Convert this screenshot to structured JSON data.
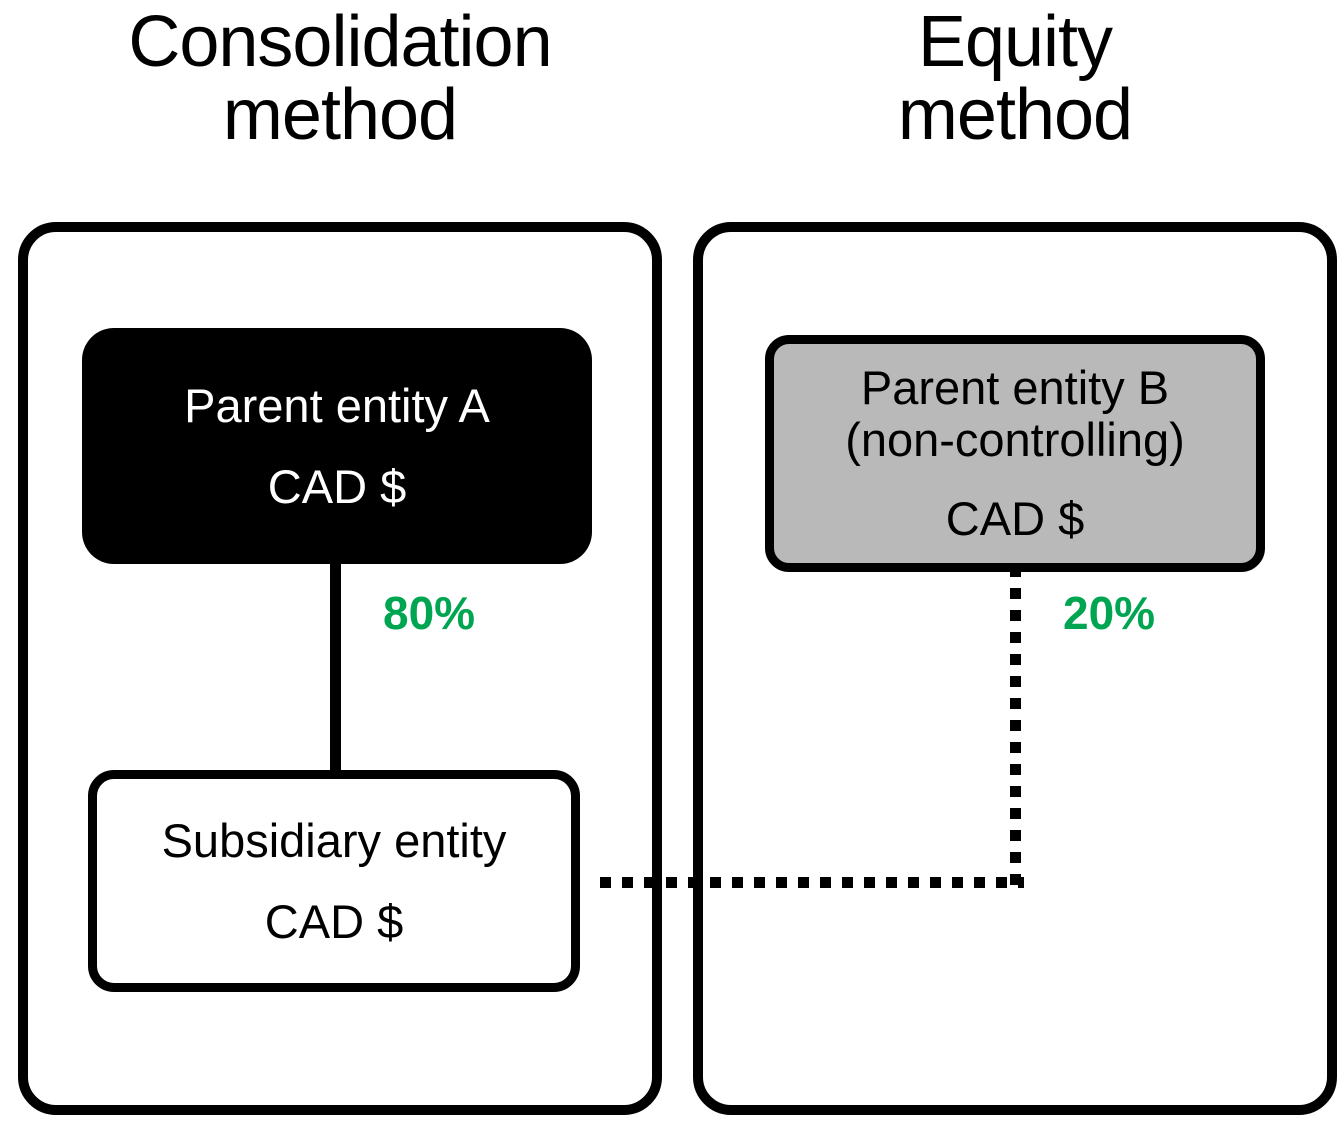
{
  "diagram": {
    "title_left": "Consolidation\nmethod",
    "title_right": "Equity\nmethod",
    "colors": {
      "accent_green": "#00a551",
      "parent_a_fill": "#000000",
      "parent_b_fill": "#b9b9b9",
      "subsidiary_fill": "#ffffff",
      "stroke": "#000000"
    },
    "panels": [
      {
        "id": "consolidation",
        "title": "Consolidation method",
        "nodes": [
          {
            "id": "parent-entity-a",
            "label_main": "Parent entity A",
            "label_currency": "CAD $",
            "fill": "black",
            "text_color": "white"
          },
          {
            "id": "subsidiary-entity",
            "label_main": "Subsidiary entity",
            "label_currency": "CAD $",
            "fill": "white",
            "text_color": "black"
          }
        ],
        "edge": {
          "id": "parent-a-to-subsidiary",
          "style": "solid",
          "label": "80%",
          "label_color": "#00a551"
        }
      },
      {
        "id": "equity",
        "title": "Equity method",
        "nodes": [
          {
            "id": "parent-entity-b",
            "label_main": "Parent entity B",
            "label_qualifier": "(non-controlling)",
            "label_currency": "CAD $",
            "fill": "grey",
            "text_color": "black"
          }
        ],
        "edge": {
          "id": "subsidiary-to-parent-b",
          "style": "dotted",
          "label": "20%",
          "label_color": "#00a551"
        }
      }
    ]
  }
}
